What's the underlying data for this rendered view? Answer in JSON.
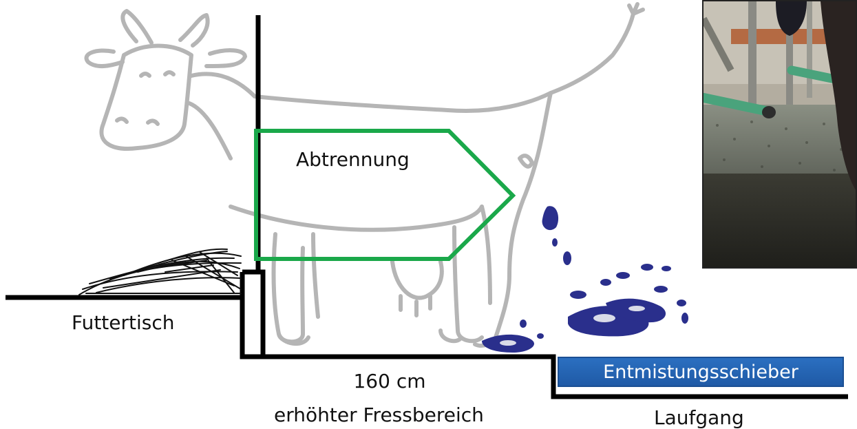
{
  "labels": {
    "divider": "Abtrennung",
    "feed_table": "Futtertisch",
    "raised_area_width": "160 cm",
    "raised_area": "erhöhter Fressbereich",
    "manure_scraper": "Entmistungsschieber",
    "walkway": "Laufgang"
  },
  "colors": {
    "divider_outline": "#1aa84a",
    "cow_sketch": "#b5b5b5",
    "floor_lines": "#000000",
    "scraper_fill": "#2267b4",
    "manure": "#2a2f8c",
    "photo_rail": "#4aa37c"
  },
  "icons": {
    "cow": "cow-sketch",
    "hay": "hay-pile",
    "manure": "manure-splatter",
    "photo": "barn-photo"
  }
}
